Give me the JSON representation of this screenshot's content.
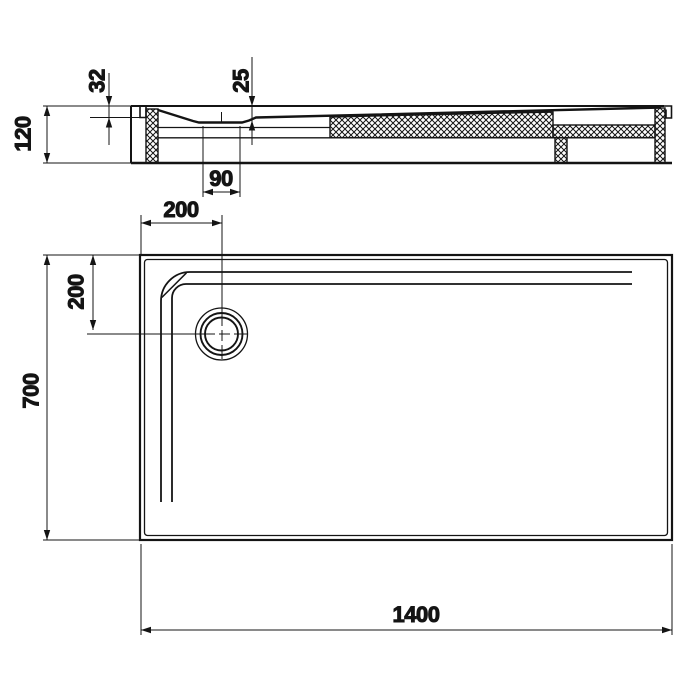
{
  "drawing": {
    "background": "#ffffff",
    "line_color": "#141414",
    "dims": {
      "section": {
        "total_height": "120",
        "rim_to_floor": "32",
        "rim_to_drain": "25",
        "drain_recess_width": "90"
      },
      "plan": {
        "drain_center_from_left": "200",
        "drain_center_from_top": "200",
        "tray_width": "700",
        "tray_length": "1400"
      }
    }
  }
}
